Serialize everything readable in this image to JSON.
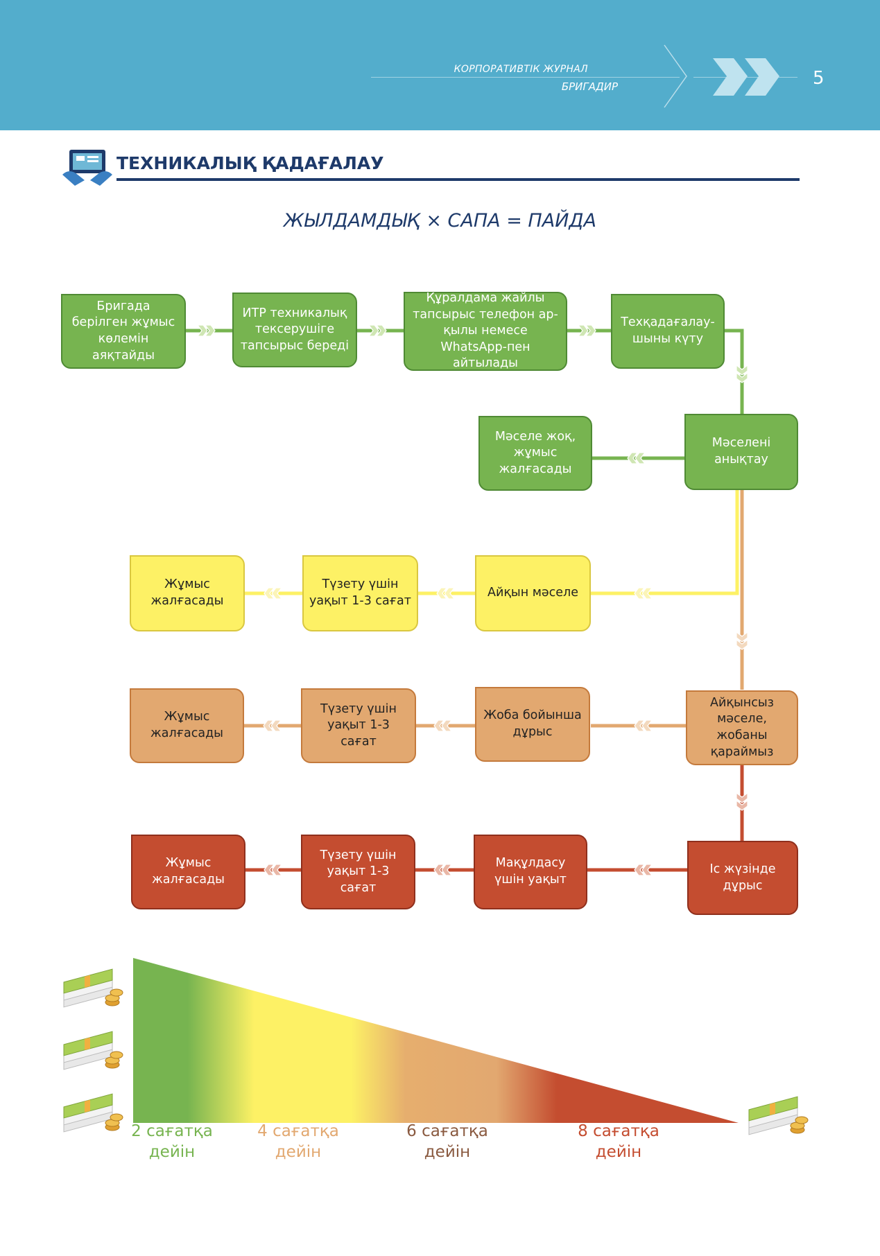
{
  "header": {
    "journal": "КОРПОРАТИВТІК ЖУРНАЛ",
    "subtitle": "БРИГАДИР",
    "page": "5"
  },
  "section": {
    "title": "ТЕХНИКАЛЫҚ ҚАДАҒАЛАУ",
    "formula": "ЖЫЛДАМДЫҚ × САПА = ПАЙДА"
  },
  "colors": {
    "header": "#53adcc",
    "green": "#77b450",
    "yellow": "#fdf165",
    "orange": "#e2a870",
    "red": "#c44d30",
    "navy": "#1e3a6a"
  },
  "nodes": {
    "n1": "Бригада берілген жұмыс көлемін аяқтайды",
    "n2": "ИТР техникалық тексерушіге тапсырыс береді",
    "n3": "Құралдама жайлы тапсырыс телефон ар-қылы немесе WhatsApp-пен айтылады",
    "n4": "Техқадағалау-шыны күту",
    "n5": "Мәселені анықтау",
    "n6": "Мәселе жоқ, жұмыс жалғасады",
    "y1": "Айқын мәселе",
    "y2": "Түзету үшін уақыт 1-3 сағат",
    "y3": "Жұмыс жалғасады",
    "o1": "Айқынсыз мәселе, жобаны қараймыз",
    "o2": "Жоба бойынша дұрыс",
    "o3": "Түзету үшін уақыт 1-3 сағат",
    "o4": "Жұмыс жалғасады",
    "r1": "Іс жүзінде дұрыс",
    "r2": "Мақұлдасу үшін уақыт",
    "r3": "Түзету үшін уақыт 1-3 сағат",
    "r4": "Жұмыс жалғасады"
  },
  "legend": [
    {
      "hours": "2 сағатқа",
      "until": "дейін",
      "color": "#77b450"
    },
    {
      "hours": "4 сағатқа",
      "until": "дейін",
      "color": "#e2a870"
    },
    {
      "hours": "6 сағатқа",
      "until": "дейін",
      "color": "#8a5a40"
    },
    {
      "hours": "8 сағатқа",
      "until": "дейін",
      "color": "#c44d30"
    }
  ],
  "icons": {
    "section": "monitor-hands-icon",
    "money": "money-stack-icon",
    "arrows": "double-chevron-icon"
  }
}
